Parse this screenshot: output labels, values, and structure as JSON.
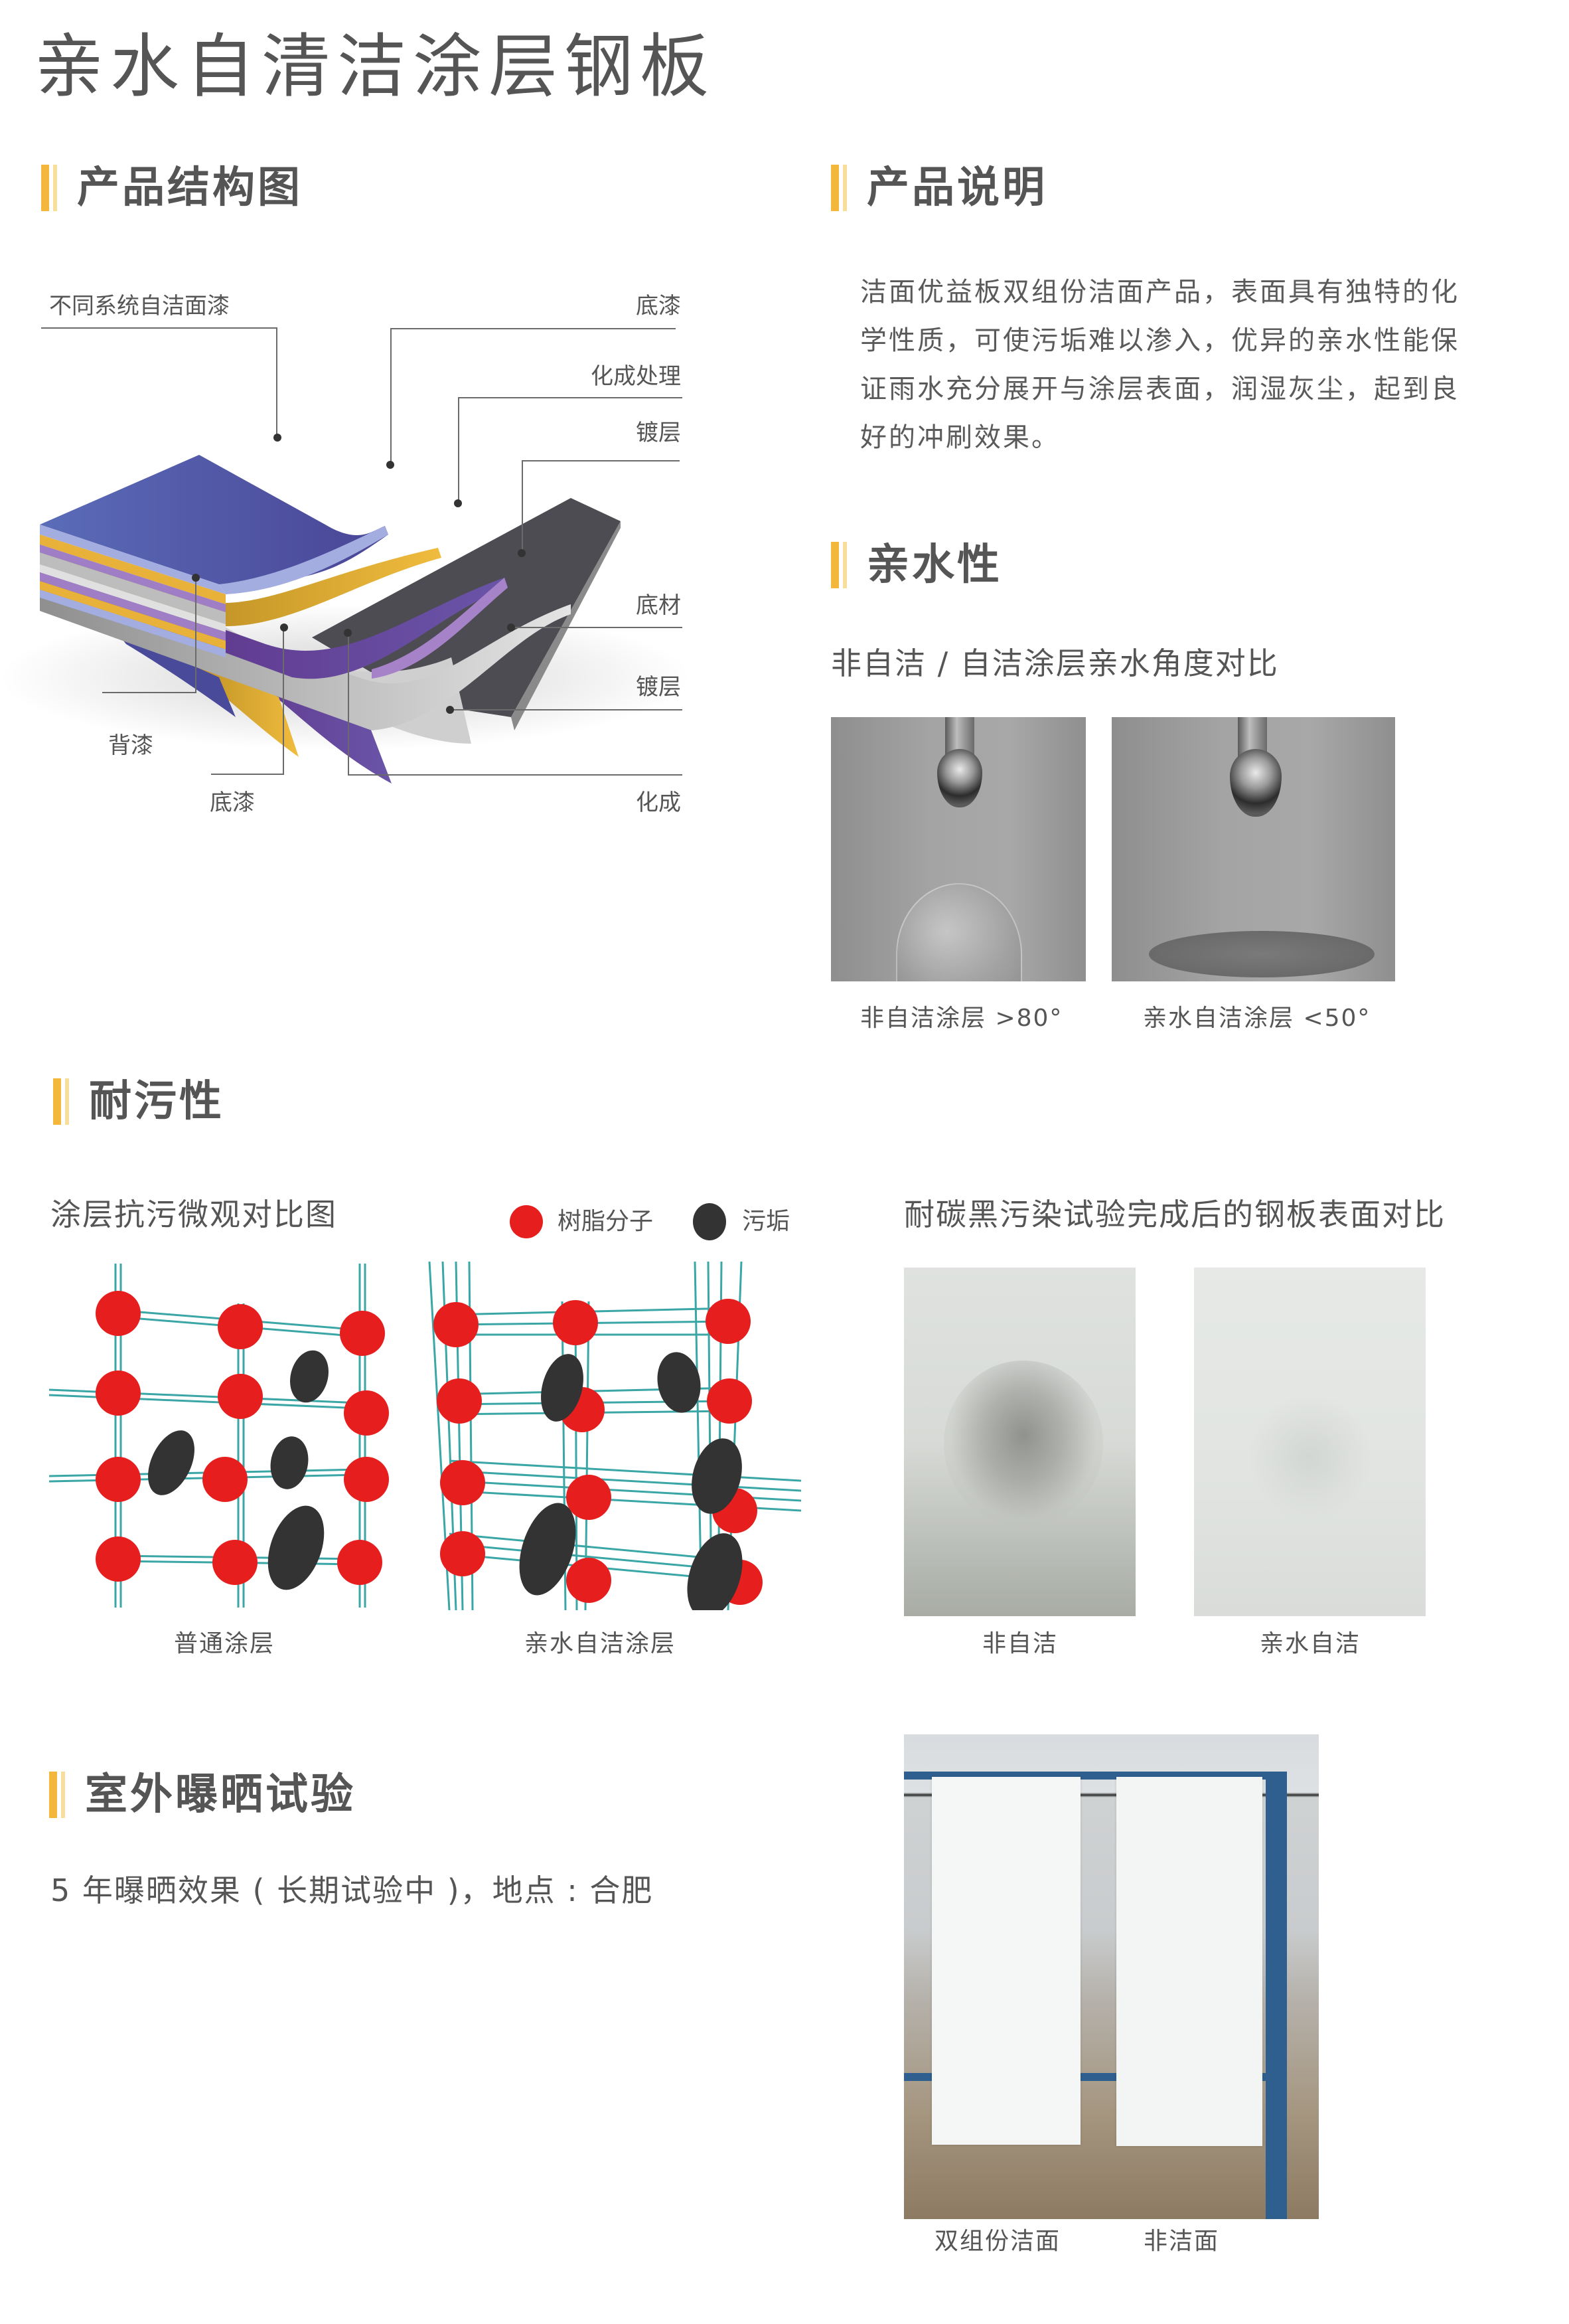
{
  "page": {
    "title": "亲水自清洁涂层钢板"
  },
  "structure": {
    "heading": "产品结构图",
    "labels": {
      "top_coat": "不同系统自洁面漆",
      "primer_top": "底漆",
      "chem_treatment": "化成处理",
      "plating_top": "镀层",
      "substrate": "底材",
      "plating_bottom": "镀层",
      "chem_bottom": "化成",
      "back_coat": "背漆",
      "primer_bottom": "底漆"
    },
    "layer_colors": {
      "top_coat": "#5058A6",
      "primer": "#E8B23A",
      "chem_treatment": "#6E3F96",
      "plating": "#C9C9C9",
      "substrate": "#4A4A4F"
    }
  },
  "description": {
    "heading": "产品说明",
    "lines": [
      "洁面优益板双组份洁面产品，表面具有独特的化",
      "学性质，可使污垢难以渗入，优异的亲水性能保",
      "证雨水充分展开与涂层表面，润湿灰尘，起到良",
      "好的冲刷效果。"
    ]
  },
  "hydrophilic": {
    "heading": "亲水性",
    "subtitle": "非自洁 / 自洁涂层亲水角度对比",
    "photos": [
      {
        "caption": "非自洁涂层 >80°"
      },
      {
        "caption": "亲水自洁涂层 <50°"
      }
    ]
  },
  "stain_resistance": {
    "heading": "耐污性",
    "micro_title": "涂层抗污微观对比图",
    "legend": [
      {
        "label": "树脂分子",
        "color": "#E61E1E"
      },
      {
        "label": "污垢",
        "color": "#333333"
      }
    ],
    "micro_captions": [
      "普通涂层",
      "亲水自洁涂层"
    ],
    "carbon_title": "耐碳黑污染试验完成后的钢板表面对比",
    "carbon_captions": [
      "非自洁",
      "亲水自洁"
    ]
  },
  "outdoor": {
    "heading": "室外曝晒试验",
    "subtitle": "5 年曝晒效果 ( 长期试验中 )，地点 : 合肥",
    "captions": [
      "双组份洁面",
      "非洁面"
    ]
  },
  "accent": {
    "bar_primary": "#F2B73B",
    "bar_secondary": "#F8DE9C"
  }
}
